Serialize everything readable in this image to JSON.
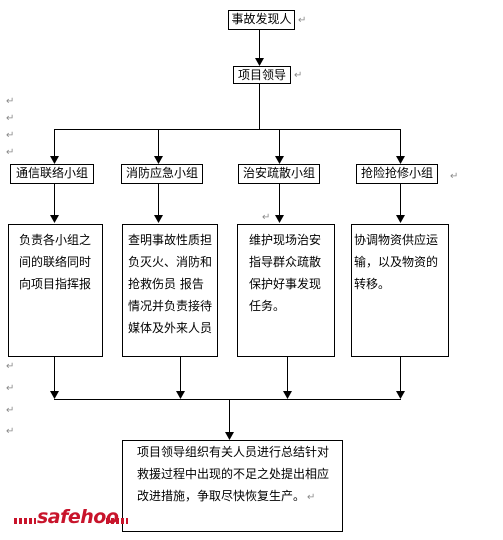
{
  "top": {
    "label": "事故发现人"
  },
  "leader": {
    "label": "项目领导"
  },
  "groups": [
    {
      "title": "通信联络小组",
      "text": "负责各小组之间的联络同时向项目指挥报"
    },
    {
      "title": "消防应急小组",
      "text": "查明事故性质担负灭火、消防和抢救伤员 报告情况并负责接待媒体及外来人员"
    },
    {
      "title": "治安疏散小组",
      "text": " 维护现场治安指导群众疏散保护好事发现任务。"
    },
    {
      "title": "抢险抢修小组",
      "text": "协调物资供应运输，以及物资的转移。"
    }
  ],
  "bottom": {
    "text": "项目领导组织有关人员进行总结针对救援过程中出现的不足之处提出相应改进措施，争取尽快恢复生产。"
  },
  "logo": {
    "text": "safehoo"
  },
  "colors": {
    "logo": "#c8142b",
    "line": "#000000",
    "return_mark": "#8a8a8a"
  },
  "return_mark": "↵"
}
